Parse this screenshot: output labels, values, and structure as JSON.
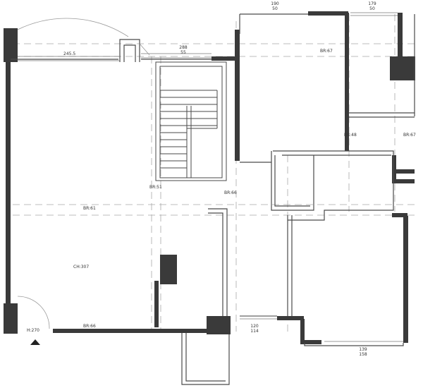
{
  "colors": {
    "wall": "#3a3a3a",
    "axis": "#9a9a9a",
    "thin": "#555555",
    "background": "#ffffff"
  },
  "dimensions": {
    "top_left": "245.5",
    "stair_top_1": "288",
    "stair_top_2": "55",
    "room_a_1": "190",
    "room_a_2": "50",
    "room_b_1": "179",
    "room_b_2": "50",
    "bottom_mid_1": "120",
    "bottom_mid_2": "114",
    "bottom_right_1": "139",
    "bottom_right_2": "158"
  },
  "tags": {
    "bed_top": "BR:67",
    "bed_right": "BR:67",
    "bed_mid": "BR:48",
    "stair_axis": "BR:51",
    "center": "BR:66",
    "living": "BR:61",
    "living_room": "CH:307",
    "entrance": "H:270",
    "bottom_wall": "BR:66"
  },
  "icons": {
    "entrance_marker": "north-arrow-icon"
  }
}
